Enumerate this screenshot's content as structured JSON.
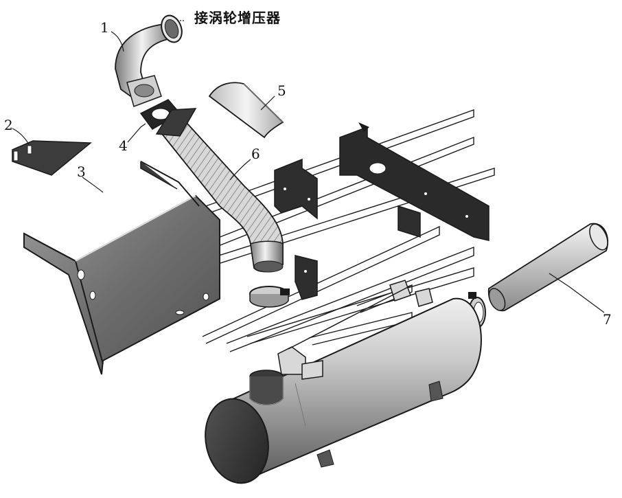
{
  "diagram": {
    "turbo_label": "接涡轮增压器",
    "callouts": [
      {
        "id": "1"
      },
      {
        "id": "2"
      },
      {
        "id": "3"
      },
      {
        "id": "4"
      },
      {
        "id": "5"
      },
      {
        "id": "6"
      },
      {
        "id": "7"
      }
    ]
  },
  "colors": {
    "line": "#1a1a1a",
    "metal_light": "#e4e4e4",
    "metal_mid": "#a9a9a9",
    "metal_dark": "#4a4a4a",
    "background": "#ffffff"
  }
}
